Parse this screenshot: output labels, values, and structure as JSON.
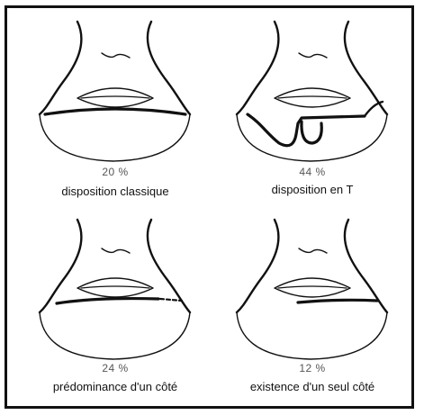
{
  "panels": [
    {
      "percent": "20 %",
      "caption": "disposition classique",
      "type": "classique"
    },
    {
      "percent": "44 %",
      "caption": "disposition en T",
      "type": "en-t"
    },
    {
      "percent": "24 %",
      "caption": "prédominance d'un côté",
      "type": "un-cote-predominant"
    },
    {
      "percent": "12 %",
      "caption": "existence d'un seul côté",
      "type": "seul-cote"
    }
  ],
  "colors": {
    "line": "#111111",
    "background": "#ffffff",
    "border": "#111111"
  }
}
